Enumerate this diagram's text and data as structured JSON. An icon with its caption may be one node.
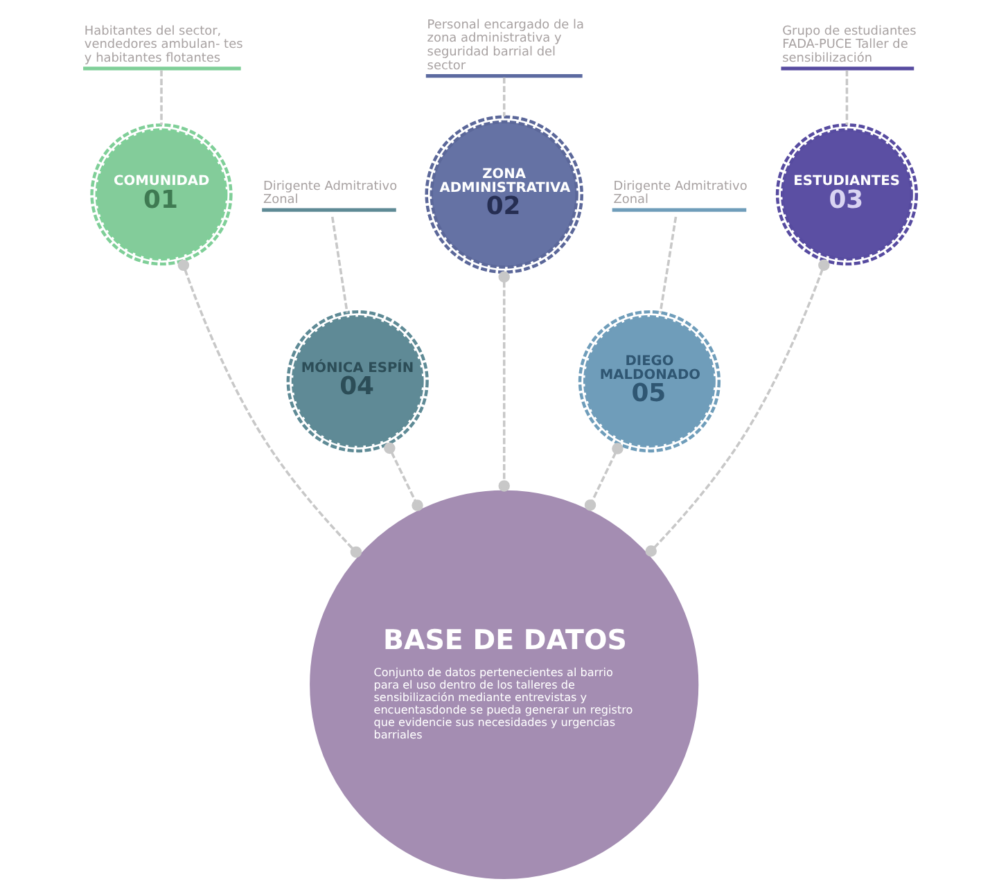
{
  "diagram": {
    "nodes": [
      {
        "text": [
          "Habitantes del sector, vendedores ambulan- tes y habitantes flotantes"
        ]
      },
      {
        "text": [
          "Grupo de estudiantes FADA-PUCE Taller de sensibilización"
        ]
      },
      {
        "text": [
          "Personal encargado de la zona administrativa y seguridad barrial del sector"
        ]
      },
      {
        "text": [
          "COMUNIDAD",
          "01"
        ]
      },
      {
        "text": [
          "ESTUDIANTES",
          "03"
        ]
      },
      {
        "text": [
          "Dirigente Admitrativo Zonal"
        ]
      },
      {
        "text": [
          "Dirigente Admitrativo Zonal"
        ]
      },
      {
        "text": [
          "ZONA ADMINISTRATIVA",
          "02"
        ]
      },
      {
        "text": [
          "MÓNICA ESPÍN",
          "04"
        ]
      },
      {
        "text": [
          "DIEGO MALDONADO",
          "05"
        ]
      },
      {
        "text": [
          "BASE DE DATOS",
          "Conjunto de datos pertenecientes al barrio para el uso dentro de los talleres de sensibilización mediante entrevistas y encuentasdonde se pueda generar un registro que evidencie sus necesidades y urgencias barriales"
        ]
      }
    ],
    "edges": [
      {
        "from": 0,
        "to": 3,
        "arrow": "none",
        "style": "dashed"
      },
      {
        "from": 2,
        "to": 7,
        "arrow": "none",
        "style": "dashed"
      },
      {
        "from": 1,
        "to": 4,
        "arrow": "none",
        "style": "dashed"
      },
      {
        "from": 5,
        "to": 8,
        "arrow": "none",
        "style": "dashed"
      },
      {
        "from": 6,
        "to": 9,
        "arrow": "none",
        "style": "dashed"
      },
      {
        "from": 3,
        "to": 10,
        "arrow": "other",
        "style": "dashed"
      },
      {
        "from": 8,
        "to": 10,
        "arrow": "other",
        "style": "dashed"
      },
      {
        "from": 7,
        "to": 10,
        "arrow": "other",
        "style": "dashed"
      },
      {
        "from": 9,
        "to": 10,
        "arrow": "other",
        "style": "dashed"
      },
      {
        "from": 4,
        "to": 10,
        "arrow": "other",
        "style": "dashed"
      }
    ]
  }
}
